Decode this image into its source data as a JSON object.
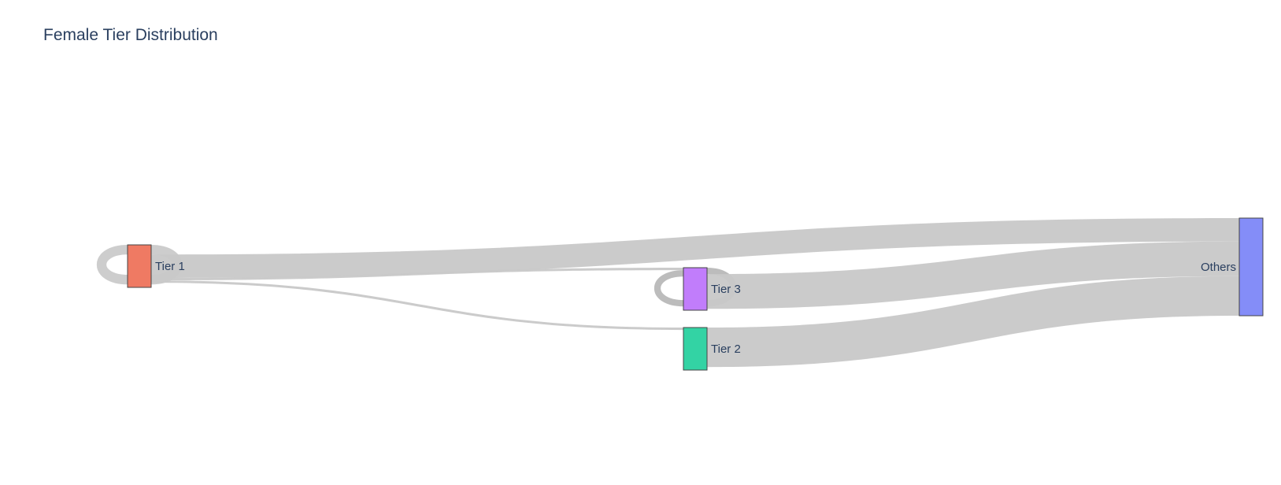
{
  "chart_data": {
    "type": "sankey",
    "title": "Female Tier Distribution",
    "nodes": [
      {
        "id": "tier1",
        "label": "Tier 1",
        "color": "#ef7a63"
      },
      {
        "id": "tier3",
        "label": "Tier 3",
        "color": "#c17dfb"
      },
      {
        "id": "tier2",
        "label": "Tier 2",
        "color": "#33d3a4"
      },
      {
        "id": "others",
        "label": "Others",
        "color": "#848df8"
      }
    ],
    "links": [
      {
        "source": "tier1",
        "target": "tier1",
        "value": 12
      },
      {
        "source": "tier1",
        "target": "others",
        "value": 29
      },
      {
        "source": "tier1",
        "target": "tier3",
        "value": 3
      },
      {
        "source": "tier1",
        "target": "tier2",
        "value": 3
      },
      {
        "source": "tier3",
        "target": "tier3",
        "value": 8
      },
      {
        "source": "tier3",
        "target": "others",
        "value": 43
      },
      {
        "source": "tier2",
        "target": "others",
        "value": 49
      }
    ],
    "link_color": "#c8c8c8",
    "node_border_color": "#444444"
  }
}
